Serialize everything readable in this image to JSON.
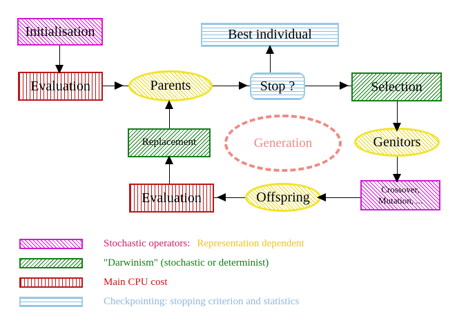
{
  "title": "Evolutionary Algorithm cycle diagram",
  "colors": {
    "magenta": "#d21ad2",
    "green": "#108014",
    "red": "#b81818",
    "light_blue": "#87bede",
    "yellow": "#e8d81e",
    "salmon": "#ef8a83",
    "crimson_text": "#d51b6e",
    "gold_text": "#f0c419",
    "green_text": "#108014",
    "red_text": "#cc1414",
    "blue_text": "#8fb8dc",
    "black": "#000000"
  },
  "nodes": {
    "initialisation": {
      "label": "Initialisation",
      "shape": "rect",
      "fill": "magenta-hatch"
    },
    "evaluation_top": {
      "label": "Evaluation",
      "shape": "rect",
      "fill": "red-vertical-hatch"
    },
    "parents": {
      "label": "Parents",
      "shape": "ellipse",
      "fill": "yellow-hatch"
    },
    "best_individual": {
      "label": "Best individual",
      "shape": "rect",
      "fill": "blue-horizontal-hatch"
    },
    "stop": {
      "label": "Stop ?",
      "shape": "rounded-rect",
      "fill": "blue-horizontal-hatch"
    },
    "selection": {
      "label": "Selection",
      "shape": "rect",
      "fill": "green-hatch"
    },
    "genitors": {
      "label": "Genitors",
      "shape": "ellipse",
      "fill": "yellow-hatch"
    },
    "crossover_mutation": {
      "label": "Crossover,\nMutation, ...",
      "shape": "rect",
      "fill": "magenta-hatch"
    },
    "offspring": {
      "label": "Offspring",
      "shape": "ellipse",
      "fill": "yellow-hatch"
    },
    "evaluation_bottom": {
      "label": "Evaluation",
      "shape": "rect",
      "fill": "red-vertical-hatch"
    },
    "replacement": {
      "label": "Replacement",
      "shape": "rect",
      "fill": "green-hatch"
    },
    "generation": {
      "label": "Generation",
      "shape": "dashed-ellipse",
      "fill": "none"
    }
  },
  "legend": {
    "rows": [
      {
        "swatch": "magenta-hatch",
        "text": "Stochastic operators:",
        "text2": "Representation dependent",
        "color": "#d51b6e",
        "color2": "#f0c419"
      },
      {
        "swatch": "green-hatch",
        "text": "\"Darwinism\" (stochastic or determinist)",
        "text2": "",
        "color": "#108014",
        "color2": ""
      },
      {
        "swatch": "red-vertical-hatch",
        "text": "Main CPU cost",
        "text2": "",
        "color": "#cc1414",
        "color2": ""
      },
      {
        "swatch": "blue-horizontal-hatch",
        "text": "Checkpointing: stopping criterion and statistics",
        "text2": "",
        "color": "#8fb8dc",
        "color2": ""
      }
    ]
  }
}
